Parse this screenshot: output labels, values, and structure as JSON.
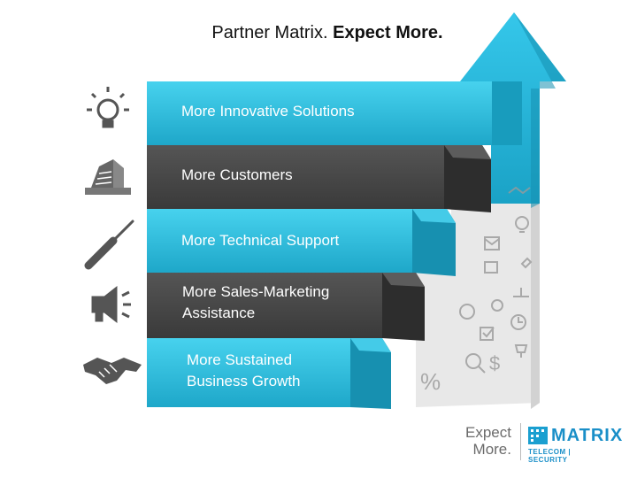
{
  "title": {
    "main": "Partner Matrix.",
    "bold": "Expect More."
  },
  "steps": [
    {
      "label": "More Innovative Solutions",
      "icon": "lightbulb-icon"
    },
    {
      "label": "More Customers",
      "icon": "building-icon"
    },
    {
      "label": "More Technical Support",
      "icon": "screwdriver-icon"
    },
    {
      "label": "More Sales-Marketing Assistance",
      "line1": "More Sales-Marketing",
      "line2": "Assistance",
      "icon": "megaphone-icon"
    },
    {
      "label": "More Sustained Business Growth",
      "line1": "More Sustained",
      "line2": "Business Growth",
      "icon": "handshake-icon"
    }
  ],
  "logo": {
    "tag1": "Expect",
    "tag2": "More.",
    "brand": "MATRIX",
    "sub": "TELECOM | SECURITY"
  },
  "colors": {
    "cyan": "#2cc0e0",
    "cyan_dark": "#1a9fc0",
    "grey": "#4a4a4a",
    "grey_dark": "#333333",
    "wall": "#e7e7e7"
  }
}
